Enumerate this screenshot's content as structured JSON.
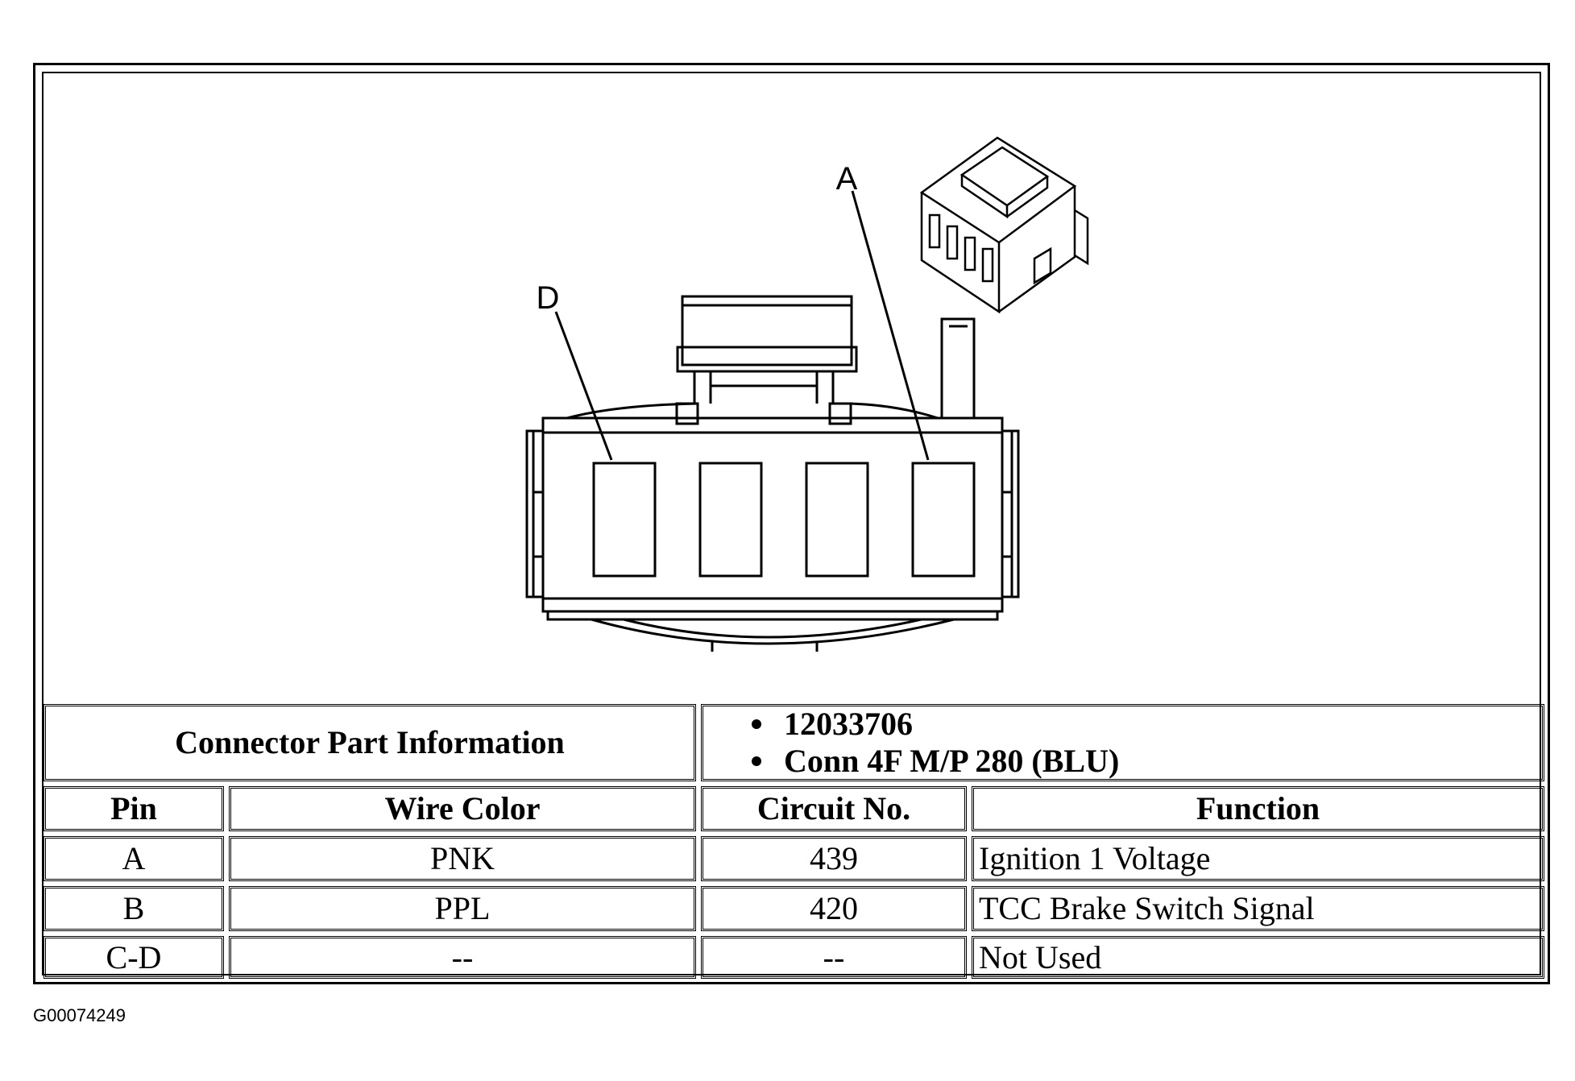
{
  "diagram": {
    "callouts": [
      {
        "id": "pin-d",
        "label": "D"
      },
      {
        "id": "pin-a",
        "label": "A"
      }
    ]
  },
  "connector_info": {
    "header": "Connector Part Information",
    "items": [
      "12033706",
      "Conn 4F M/P 280 (BLU)"
    ]
  },
  "table": {
    "columns": [
      "Pin",
      "Wire Color",
      "Circuit No.",
      "Function"
    ],
    "rows": [
      {
        "pin": "A",
        "wire_color": "PNK",
        "circuit": "439",
        "function": "Ignition 1 Voltage"
      },
      {
        "pin": "B",
        "wire_color": "PPL",
        "circuit": "420",
        "function": "TCC Brake Switch Signal"
      },
      {
        "pin": "C-D",
        "wire_color": "--",
        "circuit": "--",
        "function": "Not Used"
      }
    ]
  },
  "footer": {
    "image_id": "G00074249"
  }
}
